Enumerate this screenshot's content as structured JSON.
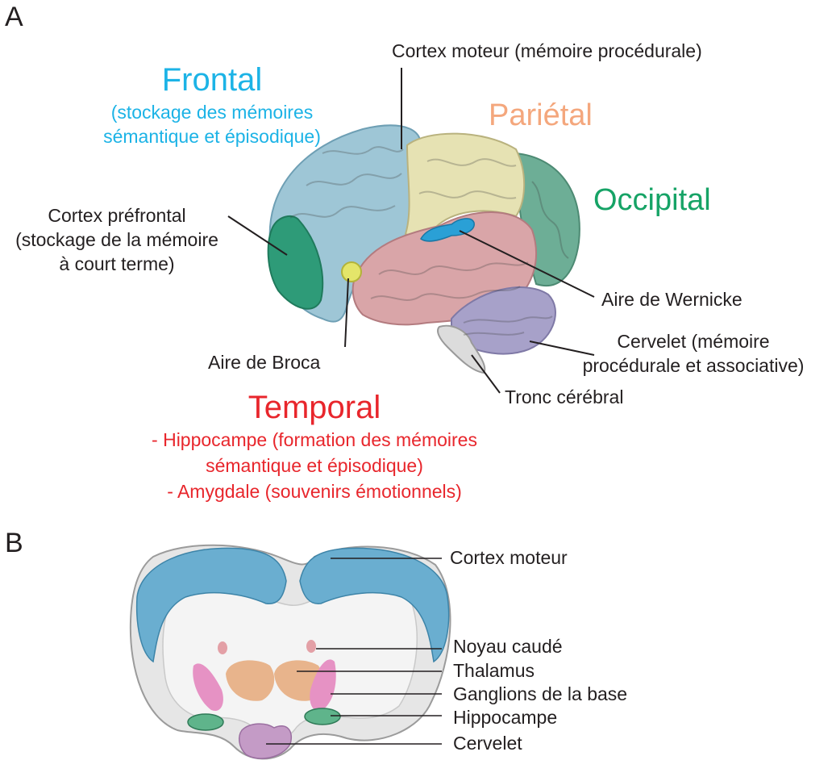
{
  "colors": {
    "frontal": "#1cb3e6",
    "parietal": "#f4a77d",
    "occipital": "#16a366",
    "temporal": "#e8262c",
    "text": "#231f20"
  },
  "panel_a": {
    "letter": "A",
    "frontal": {
      "title": "Frontal",
      "desc": [
        "(stockage des mémoires",
        "sémantique et épisodique)"
      ]
    },
    "parietal": {
      "title": "Pariétal"
    },
    "occipital": {
      "title": "Occipital"
    },
    "temporal": {
      "title": "Temporal",
      "desc": [
        "- Hippocampe (formation des mémoires",
        "sémantique et épisodique)",
        "- Amygdale (souvenirs émotionnels)"
      ]
    },
    "labels": {
      "motor_cortex": "Cortex moteur (mémoire procédurale)",
      "prefrontal": [
        "Cortex préfrontal",
        "(stockage de la mémoire",
        "à court terme)"
      ],
      "broca": "Aire de Broca",
      "wernicke": "Aire de Wernicke",
      "cerebellum": [
        "Cervelet (mémoire",
        "procédurale et associative)"
      ],
      "brainstem": "Tronc cérébral"
    }
  },
  "panel_b": {
    "letter": "B",
    "labels": {
      "motor_cortex": "Cortex moteur",
      "caudate": "Noyau caudé",
      "thalamus": "Thalamus",
      "basal_ganglia": "Ganglions de la base",
      "hippocampus": "Hippocampe",
      "cerebellum": "Cervelet"
    }
  }
}
